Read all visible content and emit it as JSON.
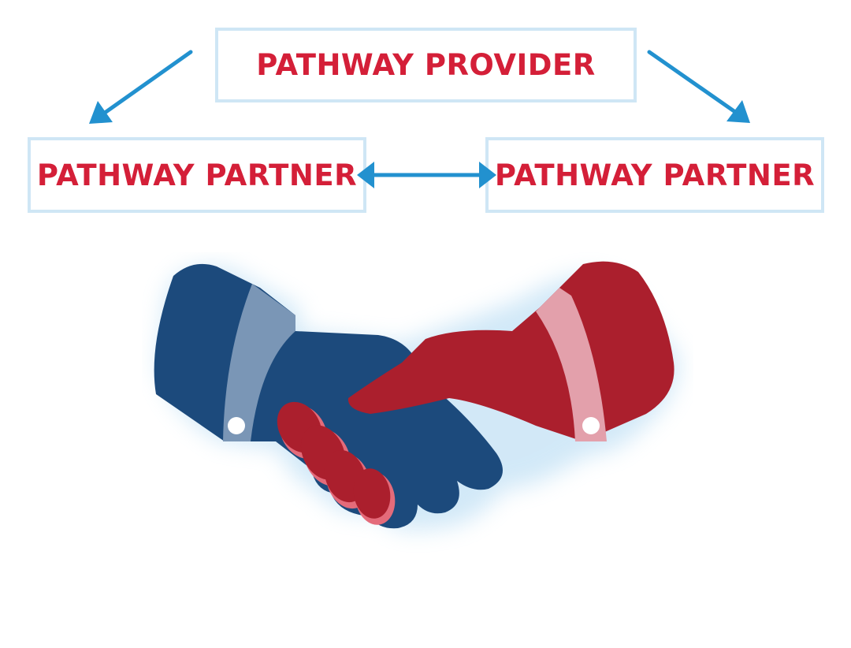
{
  "diagram": {
    "provider": {
      "label": "PATHWAY PROVIDER"
    },
    "partners": [
      {
        "label": "PATHWAY PARTNER"
      },
      {
        "label": "PATHWAY PARTNER"
      }
    ],
    "edges": [
      {
        "from": "provider",
        "to": "partner-left",
        "direction": "one-way"
      },
      {
        "from": "provider",
        "to": "partner-right",
        "direction": "one-way"
      },
      {
        "from": "partner-left",
        "to": "partner-right",
        "direction": "two-way"
      }
    ],
    "illustration": {
      "icon": "handshake-icon"
    }
  },
  "colors": {
    "label_text": "#d41f38",
    "box_border": "#cfe6f5",
    "arrow": "#2291cf",
    "left_hand": "#1c4a7c",
    "left_cuff": "#7a96b6",
    "right_hand": "#ab1f2d",
    "right_cuff": "#e3a0ab"
  }
}
